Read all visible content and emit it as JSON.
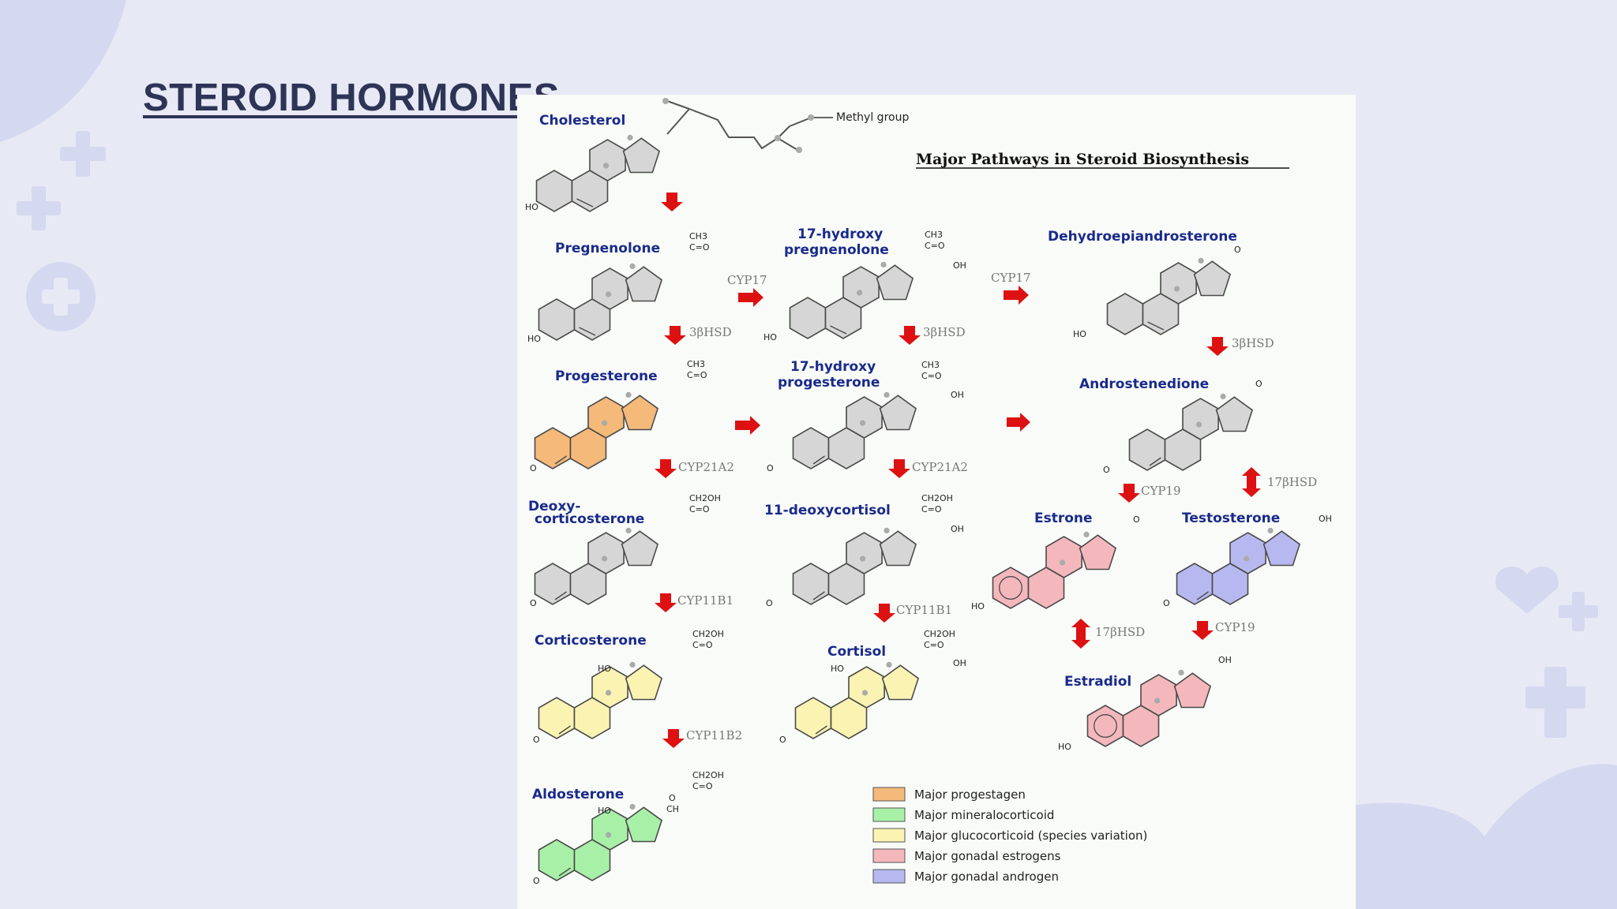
{
  "slide": {
    "title": "STEROID HORMONES"
  },
  "diagram": {
    "heading": "Major Pathways in Steroid Biosynthesis",
    "methyl_label": "Methyl group",
    "compounds": {
      "cholesterol": "Cholesterol",
      "pregnenolone": "Pregnenolone",
      "hydroxypregnenolone_1": "17-hydroxy",
      "hydroxypregnenolone_2": "pregnenolone",
      "dhea": "Dehydroepiandrosterone",
      "progesterone": "Progesterone",
      "hydroxyprogesterone_1": "17-hydroxy",
      "hydroxyprogesterone_2": "progesterone",
      "androstenedione": "Androstenedione",
      "deoxycorticosterone_1": "Deoxy-",
      "deoxycorticosterone_2": "corticosterone",
      "deoxycortisol": "11-deoxycortisol",
      "estrone": "Estrone",
      "testosterone": "Testosterone",
      "corticosterone": "Corticosterone",
      "cortisol": "Cortisol",
      "estradiol": "Estradiol",
      "aldosterone": "Aldosterone"
    },
    "enzymes": {
      "cyp17_a": "CYP17",
      "cyp17_b": "CYP17",
      "hsd3_a": "3βHSD",
      "hsd3_b": "3βHSD",
      "hsd3_c": "3βHSD",
      "cyp21_a": "CYP21A2",
      "cyp21_b": "CYP21A2",
      "cyp19_a": "CYP19",
      "cyp19_b": "CYP19",
      "hsd17_a": "17βHSD",
      "hsd17_b": "17βHSD",
      "cyp11b1_a": "CYP11B1",
      "cyp11b1_b": "CYP11B1",
      "cyp11b2": "CYP11B2"
    },
    "groups": {
      "ch3": "CH3",
      "co": "C=O",
      "ch2oh": "CH2OH",
      "oh": "OH",
      "ho": "HO",
      "o": "O",
      "ch": "CH"
    },
    "legend": [
      {
        "label": "Major progestagen",
        "color": "#f5b97a"
      },
      {
        "label": "Major mineralocorticoid",
        "color": "#a8f0a8"
      },
      {
        "label": "Major glucocorticoid (species variation)",
        "color": "#fbf3b2"
      },
      {
        "label": "Major gonadal estrogens",
        "color": "#f4b8bc"
      },
      {
        "label": "Major gonadal androgen",
        "color": "#b8b8f0"
      }
    ],
    "colors": {
      "grey": "#d6d6d6",
      "orange": "#f5b97a",
      "green": "#a8f0a8",
      "yellow": "#fbf3b2",
      "pink": "#f4b8bc",
      "purple": "#b8b8f0",
      "arrow": "#dd1111",
      "name_text": "#1a2a8c"
    }
  }
}
